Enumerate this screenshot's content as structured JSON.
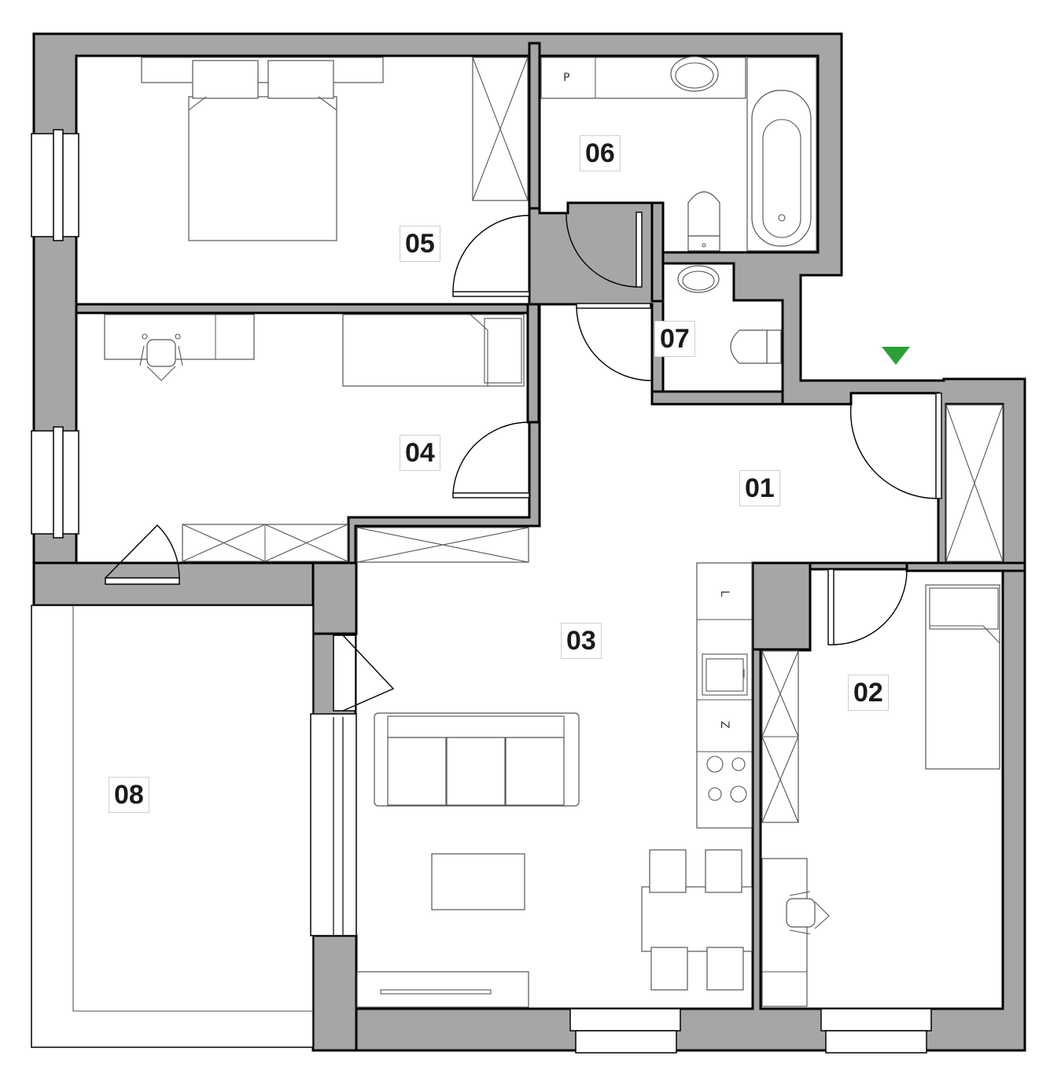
{
  "rooms": [
    {
      "id": "r01",
      "label": "01"
    },
    {
      "id": "r02",
      "label": "02"
    },
    {
      "id": "r03",
      "label": "03"
    },
    {
      "id": "r04",
      "label": "04"
    },
    {
      "id": "r05",
      "label": "05"
    },
    {
      "id": "r06",
      "label": "06"
    },
    {
      "id": "r07",
      "label": "07"
    },
    {
      "id": "r08",
      "label": "08"
    }
  ],
  "appliance_tags": {
    "bathroom_p": "P",
    "kitchen_l": "L",
    "kitchen_z": "Z"
  },
  "colors": {
    "wall": "#a6a6a6",
    "entrance_marker": "#2e9e3a"
  },
  "icons": [
    "entrance-arrow-icon"
  ]
}
